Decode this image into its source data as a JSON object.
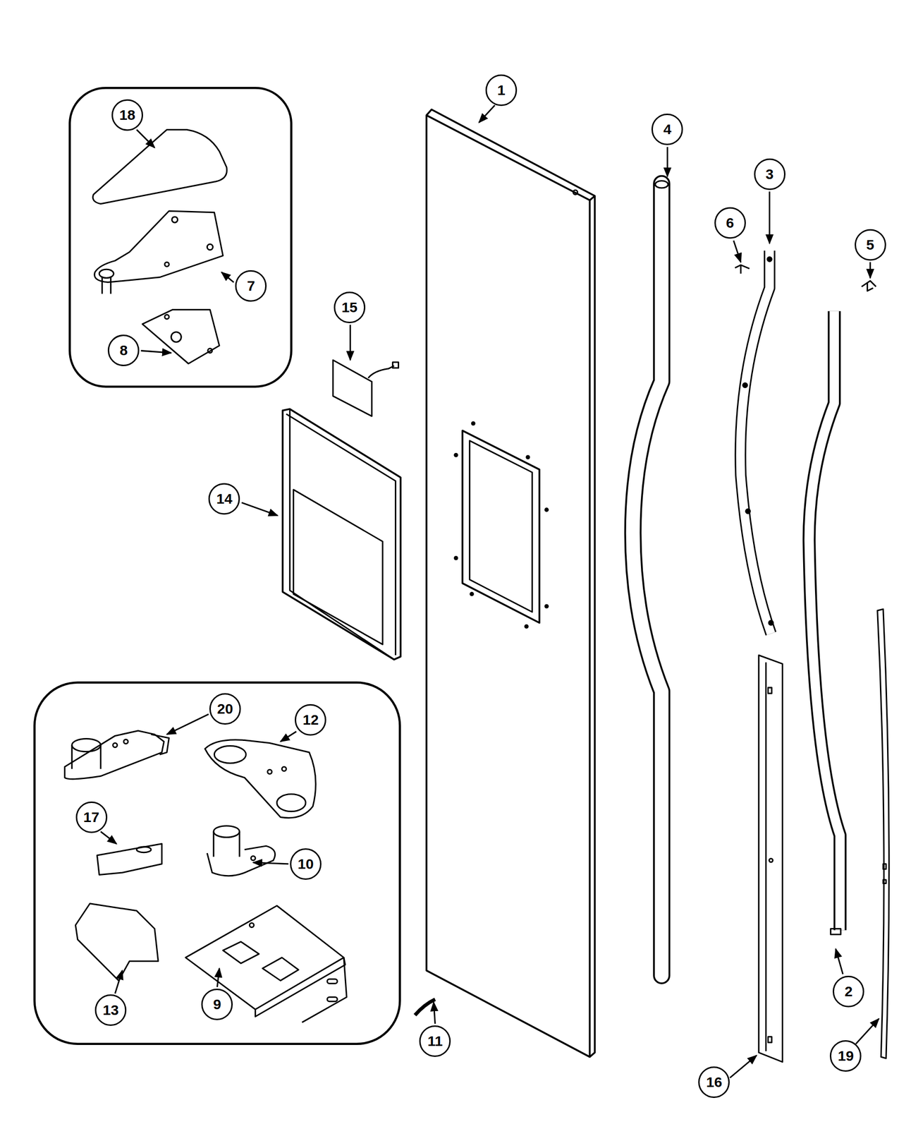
{
  "diagram": {
    "labels": [
      "1",
      "18",
      "4",
      "3",
      "6",
      "5",
      "15",
      "7",
      "8",
      "14",
      "20",
      "12",
      "17",
      "10",
      "2",
      "13",
      "9",
      "11",
      "19",
      "16"
    ]
  }
}
